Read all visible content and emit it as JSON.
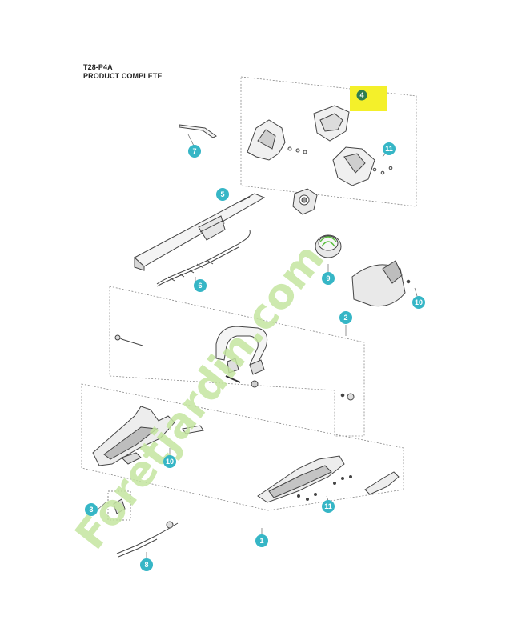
{
  "header": {
    "model": "T28-P4A",
    "subtitle": "PRODUCT COMPLETE"
  },
  "callouts": [
    {
      "id": "c1",
      "label": "1"
    },
    {
      "id": "c2",
      "label": "2"
    },
    {
      "id": "c3",
      "label": "3"
    },
    {
      "id": "c4",
      "label": "4"
    },
    {
      "id": "c5",
      "label": "5"
    },
    {
      "id": "c6",
      "label": "6"
    },
    {
      "id": "c7",
      "label": "7"
    },
    {
      "id": "c8",
      "label": "8"
    },
    {
      "id": "c9",
      "label": "9"
    },
    {
      "id": "c10a",
      "label": "10"
    },
    {
      "id": "c10b",
      "label": "10"
    },
    {
      "id": "c11a",
      "label": "11"
    },
    {
      "id": "c11b",
      "label": "11"
    }
  ],
  "watermark": {
    "text": "Foretjardin.com",
    "colors": {
      "letters": "#c5e6a0",
      "suffix": "#c8b9a6"
    }
  },
  "colors": {
    "callout_fill": "#36b6c6",
    "callout_highlight_box": "#f4f02a",
    "callout_dark": "#2e7d4f",
    "line": "#555555"
  }
}
